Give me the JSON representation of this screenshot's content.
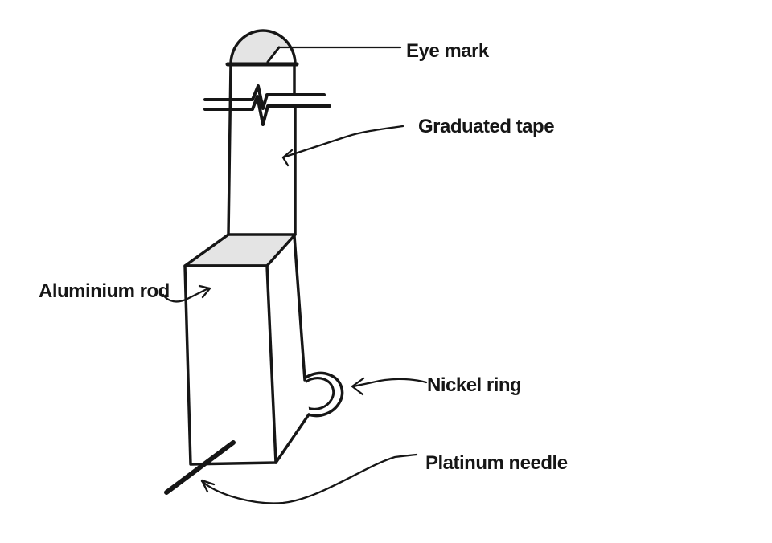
{
  "labels": {
    "eye_mark": "Eye mark",
    "graduated_tape": "Graduated tape",
    "aluminium_rod": "Aluminium rod",
    "nickel_ring": "Nickel ring",
    "platinum_needle": "Platinum needle"
  },
  "colors": {
    "ink": "#161616",
    "shade": "#e4e4e4",
    "background": "#ffffff"
  }
}
